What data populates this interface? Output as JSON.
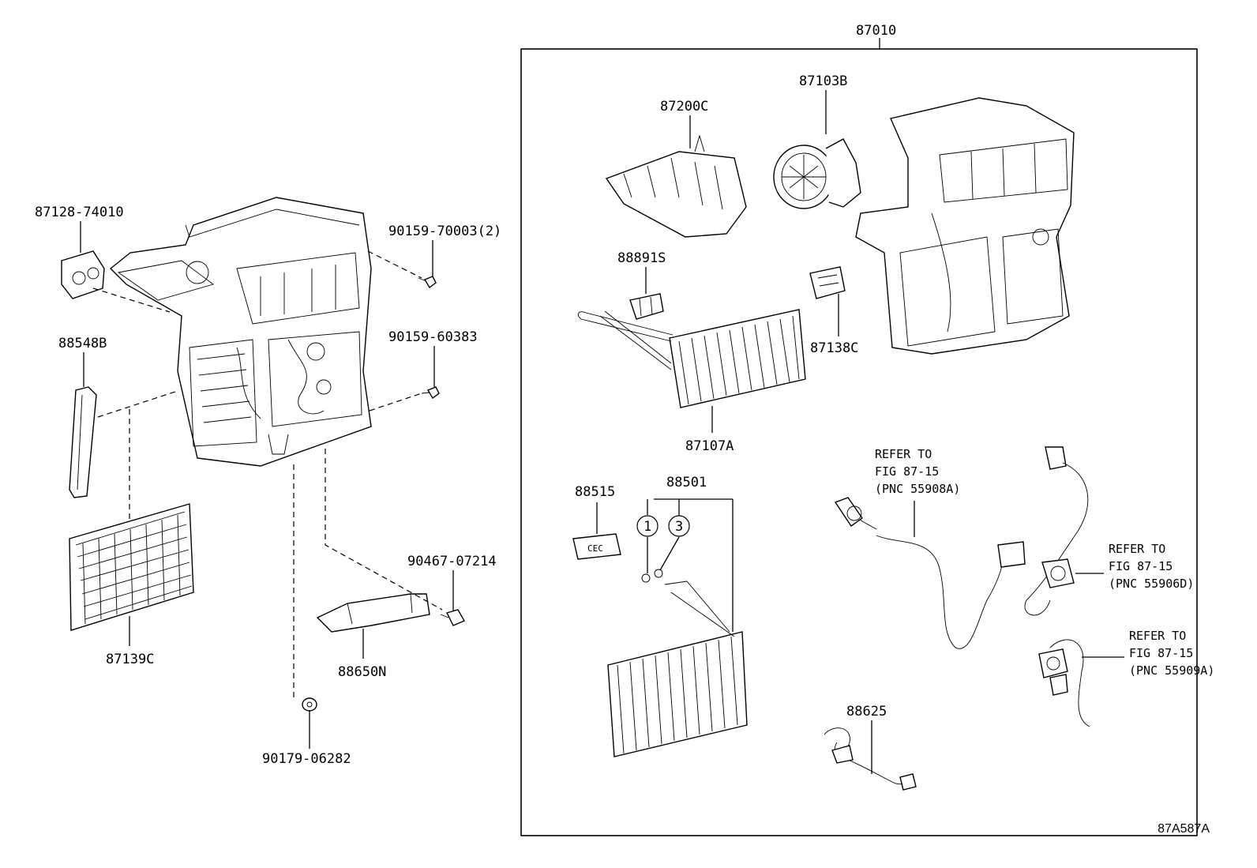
{
  "labels": {
    "assy": "87010",
    "p87128": "87128-74010",
    "p90159a": "90159-70003(2)",
    "p88548": "88548B",
    "p90159b": "90159-60383",
    "p87139": "87139C",
    "p90467": "90467-07214",
    "p88650": "88650N",
    "p90179": "90179-06282",
    "p87200": "87200C",
    "p87103": "87103B",
    "p88891": "88891S",
    "p87138": "87138C",
    "p87107": "87107A",
    "p88515": "88515",
    "p88501": "88501",
    "p88625": "88625",
    "o1": "1",
    "o3": "3"
  },
  "refs": {
    "a": [
      "REFER TO",
      "FIG 87-15",
      "(PNC 55908A)"
    ],
    "b": [
      "REFER TO",
      "FIG 87-15",
      "(PNC 55906D)"
    ],
    "c": [
      "REFER TO",
      "FIG 87-15",
      "(PNC 55909A)"
    ]
  },
  "figure_id": "87A587A"
}
